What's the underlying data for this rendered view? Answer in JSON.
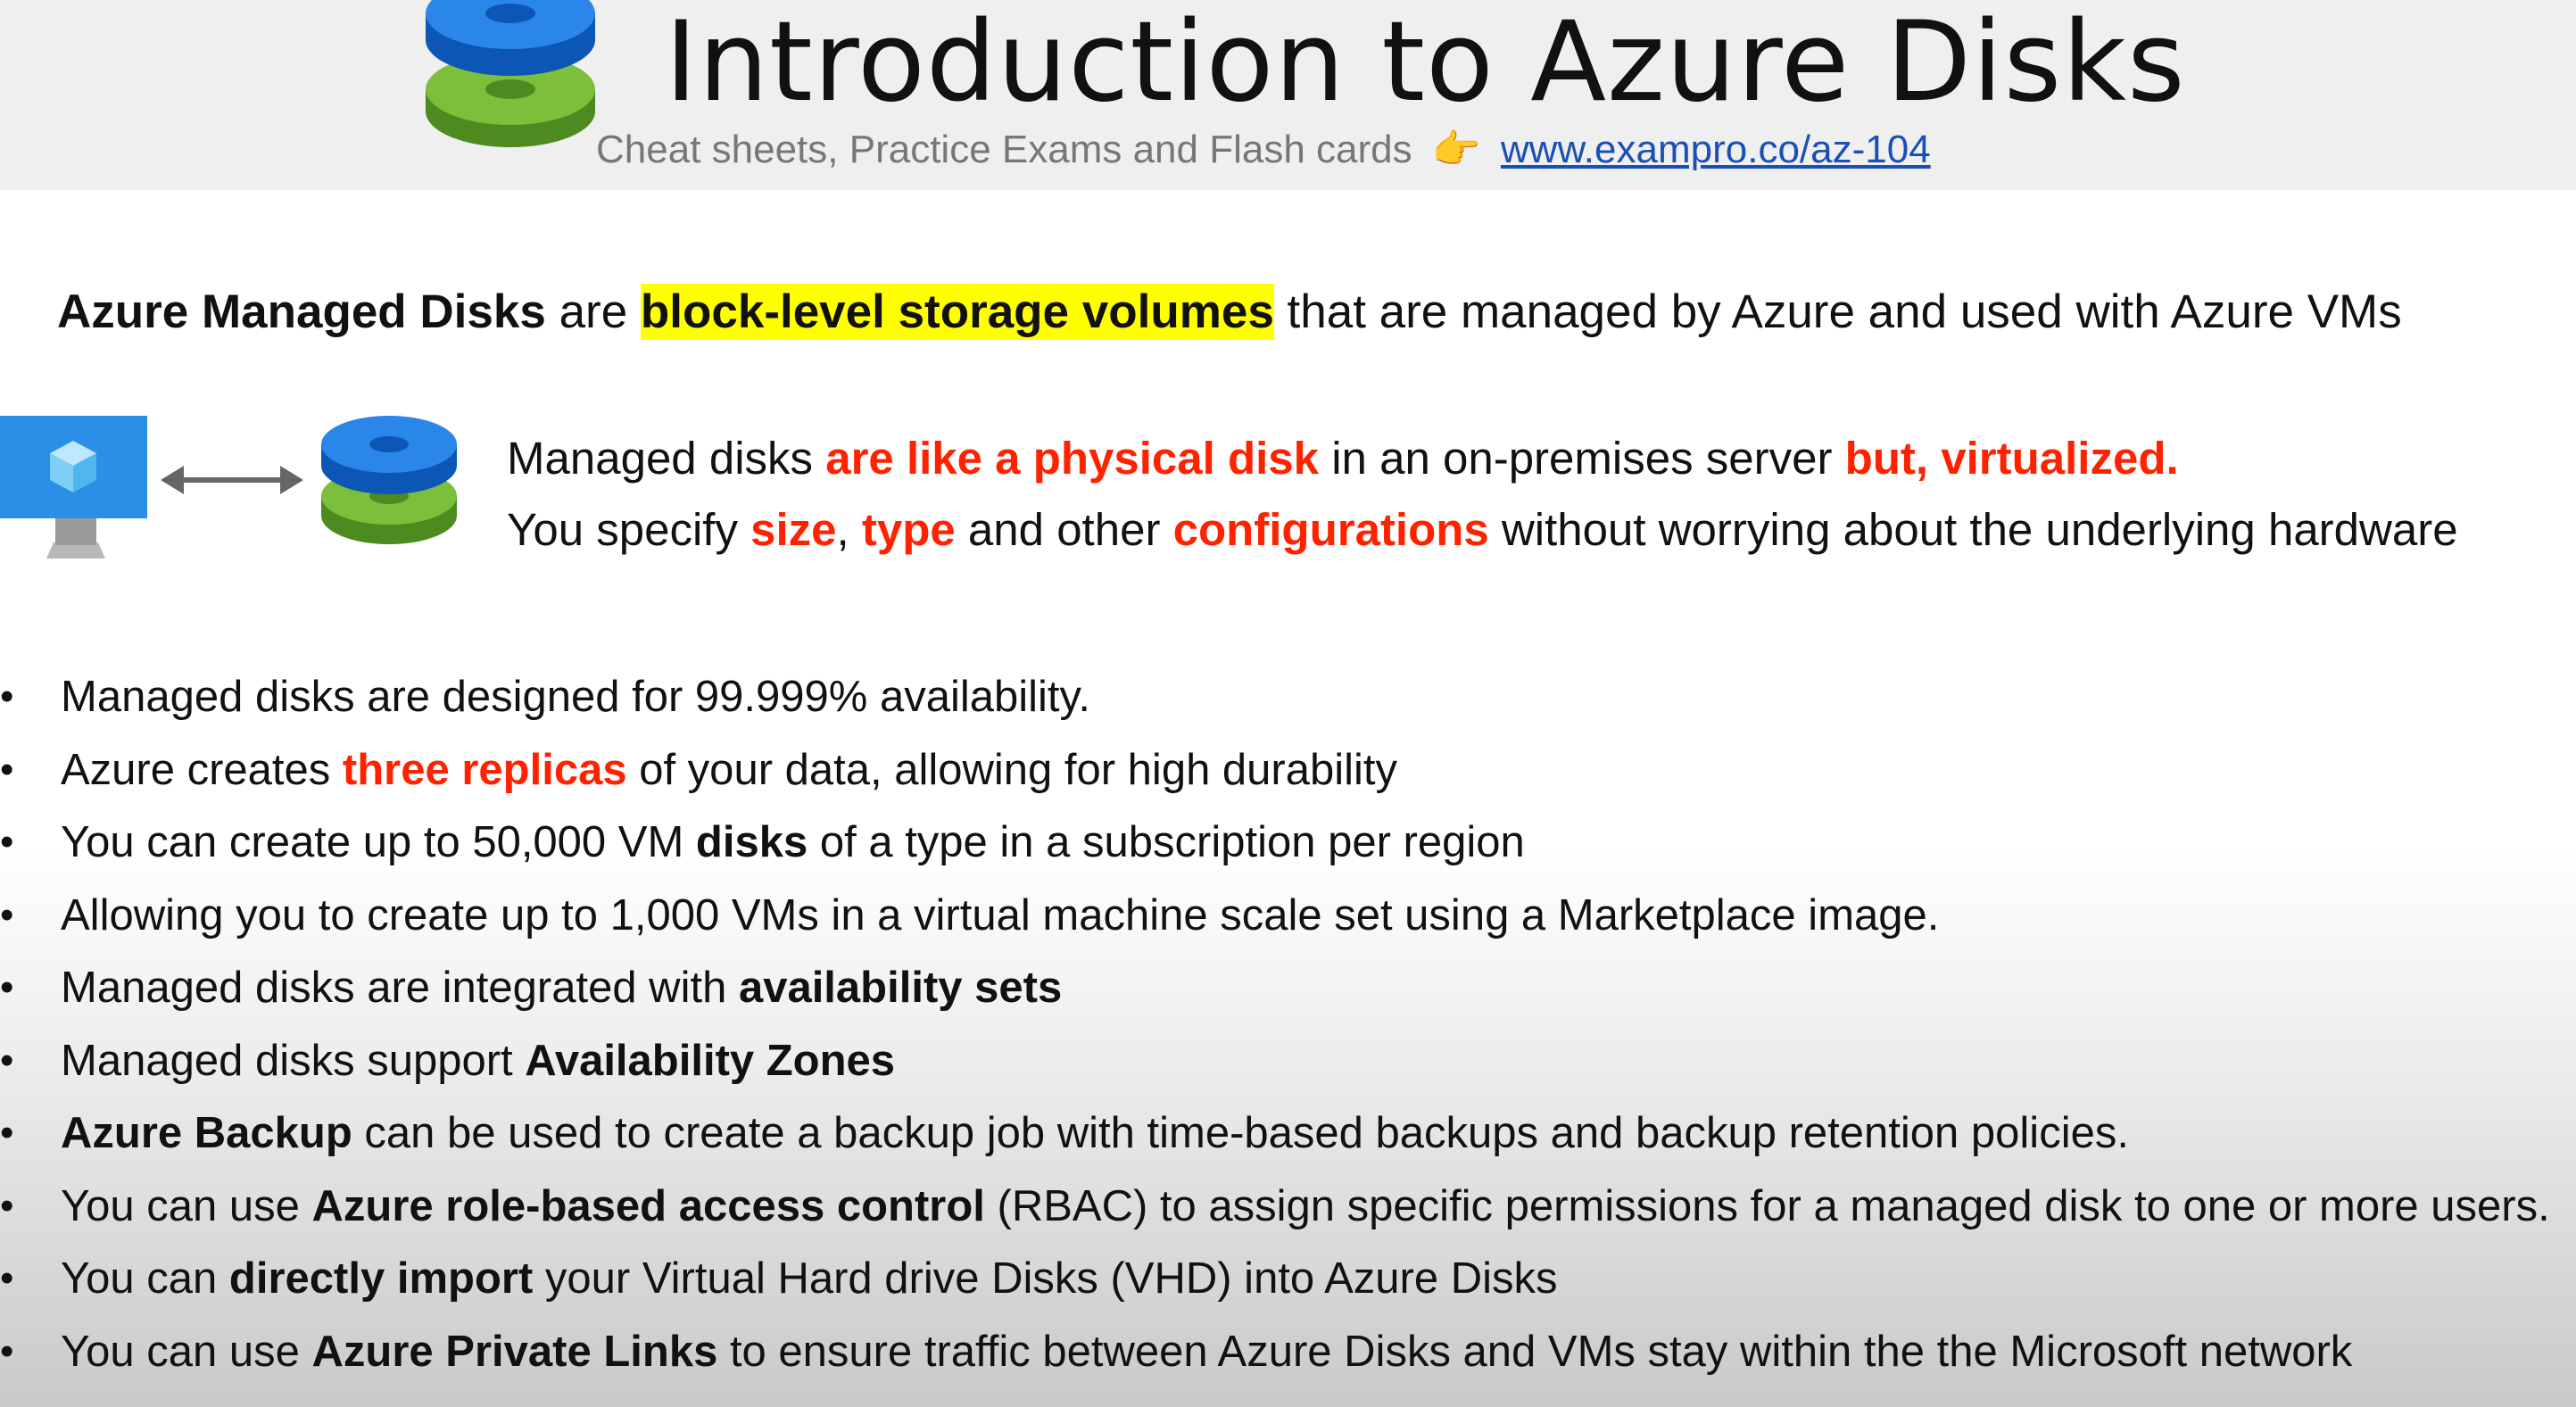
{
  "header": {
    "title": "Introduction to Azure Disks",
    "subtitle": "Cheat sheets, Practice Exams and Flash cards",
    "link": "www.exampro.co/az-104",
    "pointer_emoji": "👉"
  },
  "intro": {
    "bold": "Azure Managed Disks",
    "middle": " are ",
    "highlight": "block-level storage volumes",
    "rest": " that are managed by Azure and used with Azure VMs"
  },
  "description": {
    "line1": {
      "a": "Managed disks ",
      "b": "are like a physical disk",
      "c": " in an on-premises server ",
      "d": "but, virtualized."
    },
    "line2": {
      "a": "You specify ",
      "b": "size",
      "c": ", ",
      "d": "type",
      "e": " and other ",
      "f": "configurations",
      "g": " without worrying about the underlying hardware"
    }
  },
  "bullets": [
    {
      "a": "Managed disks are designed for 99.999% availability."
    },
    {
      "a": "Azure creates ",
      "red": "three replicas",
      "b": " of your data, allowing for high durability"
    },
    {
      "a": "You can create up to 50,000 VM ",
      "bold": "disks",
      "b": " of a type in a subscription per region"
    },
    {
      "a": "Allowing you to create up to 1,000 VMs in a virtual machine scale set using a Marketplace image."
    },
    {
      "a": "Managed disks are integrated with ",
      "bold": "availability sets"
    },
    {
      "a": "Managed disks support ",
      "bold": "Availability Zones"
    },
    {
      "bold": "Azure Backup",
      "b": " can be used to create a backup job with time-based backups and backup retention policies."
    },
    {
      "a": "You can use ",
      "bold": "Azure role-based access control",
      "b": " (RBAC) to assign specific permissions for a managed disk to one or more users."
    },
    {
      "a": "You can ",
      "bold": "directly import",
      "b": " your Virtual Hard drive Disks (VHD) into Azure Disks"
    },
    {
      "a": "You can use ",
      "bold": "Azure Private Links",
      "b": " to ensure traffic between Azure Disks and VMs stay within the the Microsoft network"
    }
  ],
  "colors": {
    "accent_red": "#ff2200",
    "highlight": "#ffff00",
    "disk_blue": "#1a73d9",
    "disk_green": "#6aaa2e",
    "link_blue": "#1a4fb5"
  }
}
